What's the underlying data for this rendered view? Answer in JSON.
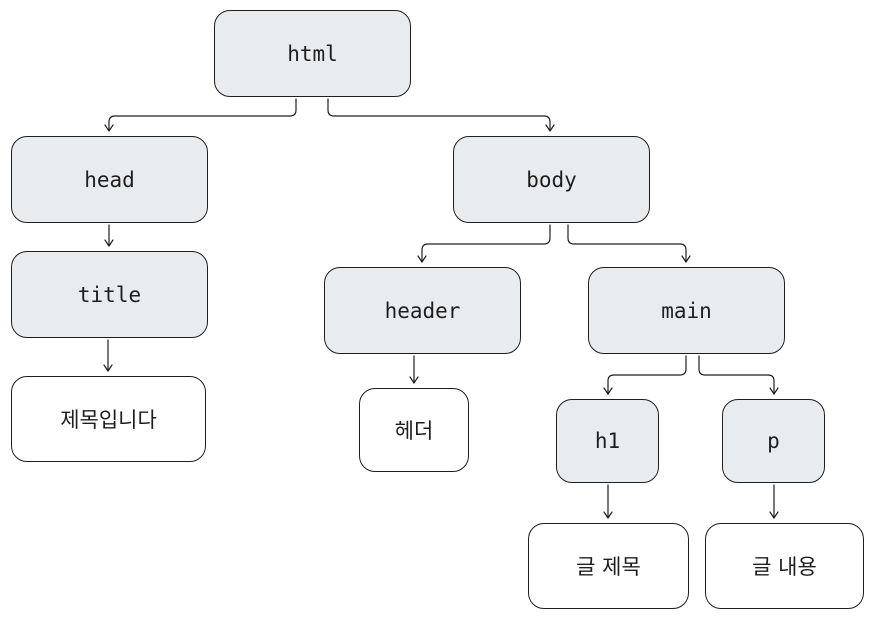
{
  "nodes": {
    "html": "html",
    "head": "head",
    "body": "body",
    "title": "title",
    "header": "header",
    "main": "main",
    "h1": "h1",
    "p": "p",
    "title_text": "제목입니다",
    "header_text": "헤더",
    "h1_text": "글 제목",
    "p_text": "글 내용"
  },
  "colors": {
    "tag_fill": "#e9ecef",
    "text_fill": "#ffffff",
    "stroke": "#1e1e1e"
  }
}
